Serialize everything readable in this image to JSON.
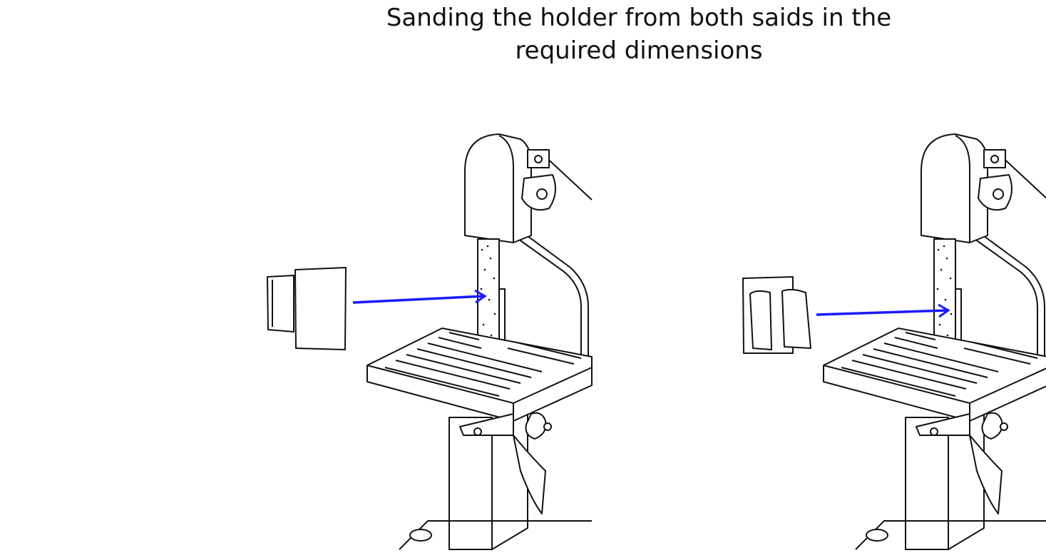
{
  "title": "Sanding the holder from both saids in the required dimensions",
  "colors": {
    "arrow": "#1a1aff",
    "line": "#111111",
    "background": "#ffffff"
  },
  "steps": [
    {
      "part": "holder-front-view",
      "tool": "belt-sander"
    },
    {
      "part": "holder-back-view",
      "tool": "belt-sander"
    }
  ]
}
